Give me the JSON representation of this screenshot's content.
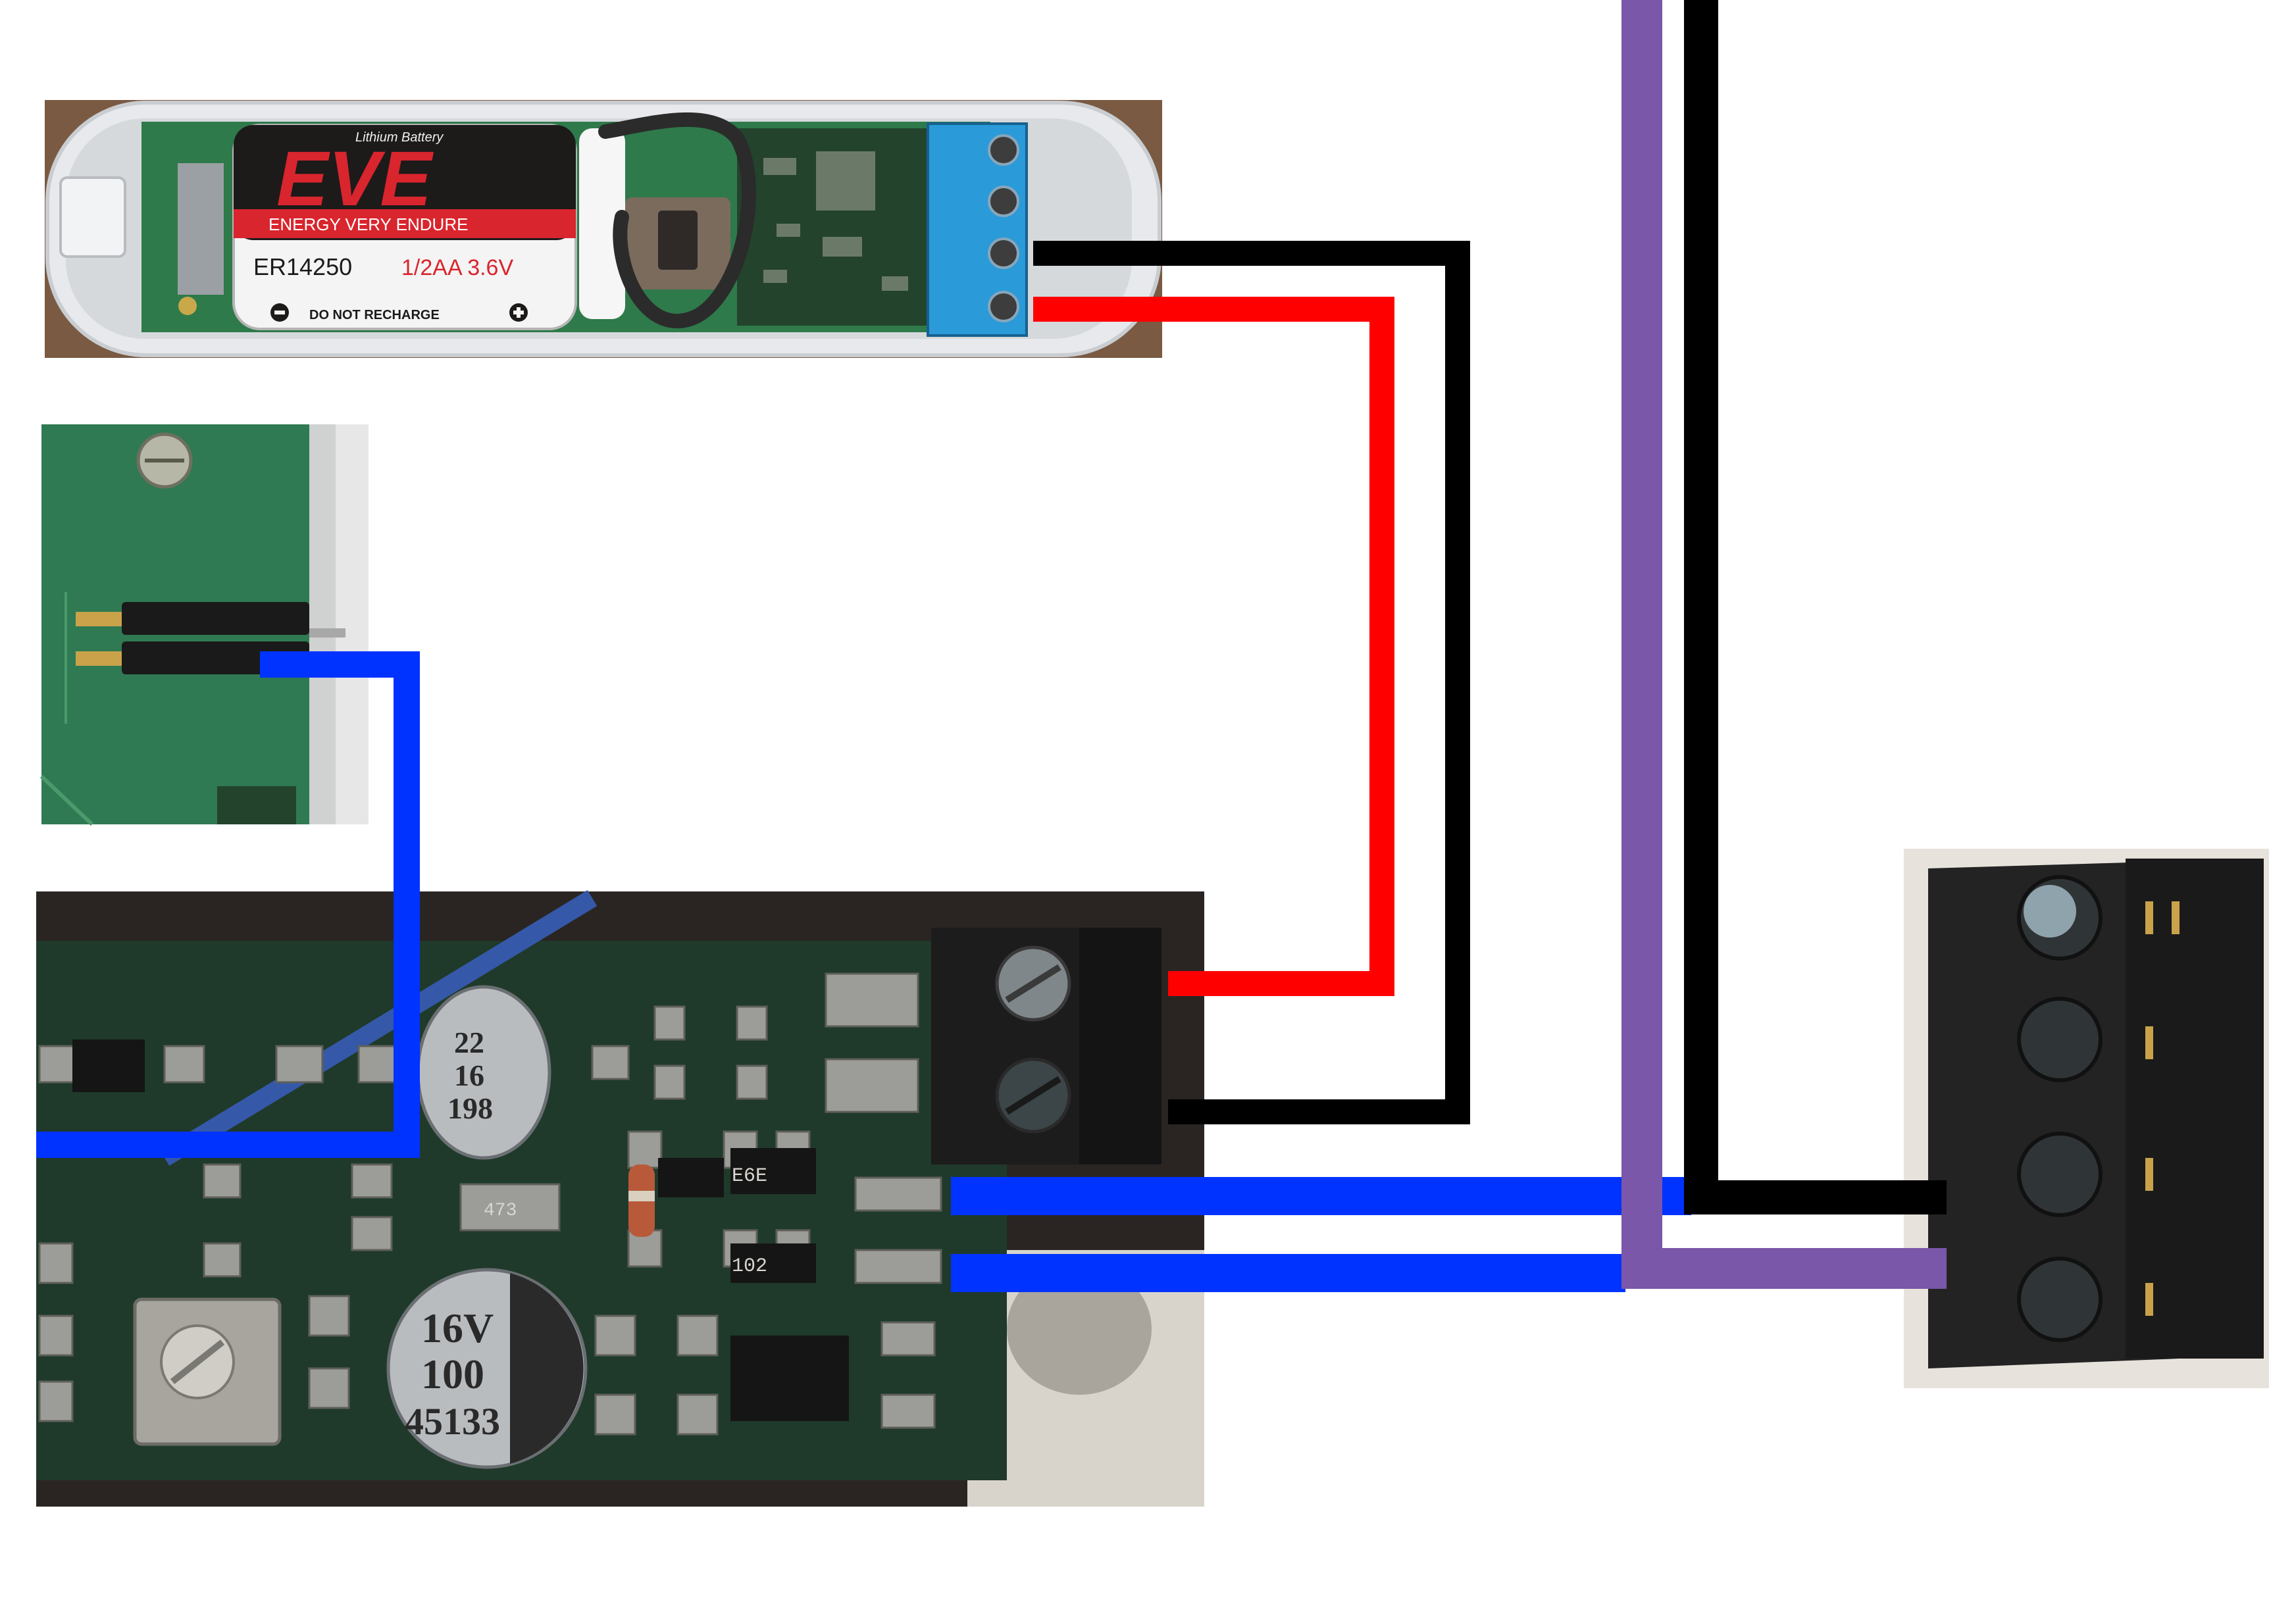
{
  "battery": {
    "top_text": "Lithium Battery",
    "brand": "EVE",
    "tagline": "ENERGY VERY ENDURE",
    "model": "ER14250",
    "spec": "1/2AA  3.6V",
    "warning": "DO NOT RECHARGE",
    "minus_sign": "−",
    "plus_sign": "+"
  },
  "board": {
    "cap1_lines": [
      "22",
      "16",
      "198"
    ],
    "cap2_lines": [
      "16V",
      "100",
      "45133"
    ],
    "smd_codes": [
      "E6E",
      "102",
      "473"
    ]
  },
  "colors": {
    "background": "#ffffff",
    "wire_black": "#000000",
    "wire_red": "#ff0000",
    "wire_blue": "#0033ff",
    "wire_purple": "#7a57a8",
    "pcb_green": "#1f3a2a",
    "pcb_green_light": "#2f7a52",
    "terminal_blue": "#2a9ad8",
    "terminal_black": "#1c1c1c",
    "battery_red": "#d9252d"
  },
  "icons": {
    "screw": "screw-icon",
    "capacitor": "capacitor-icon",
    "pin_header": "pin-header-icon",
    "potentiometer": "potentiometer-icon"
  }
}
